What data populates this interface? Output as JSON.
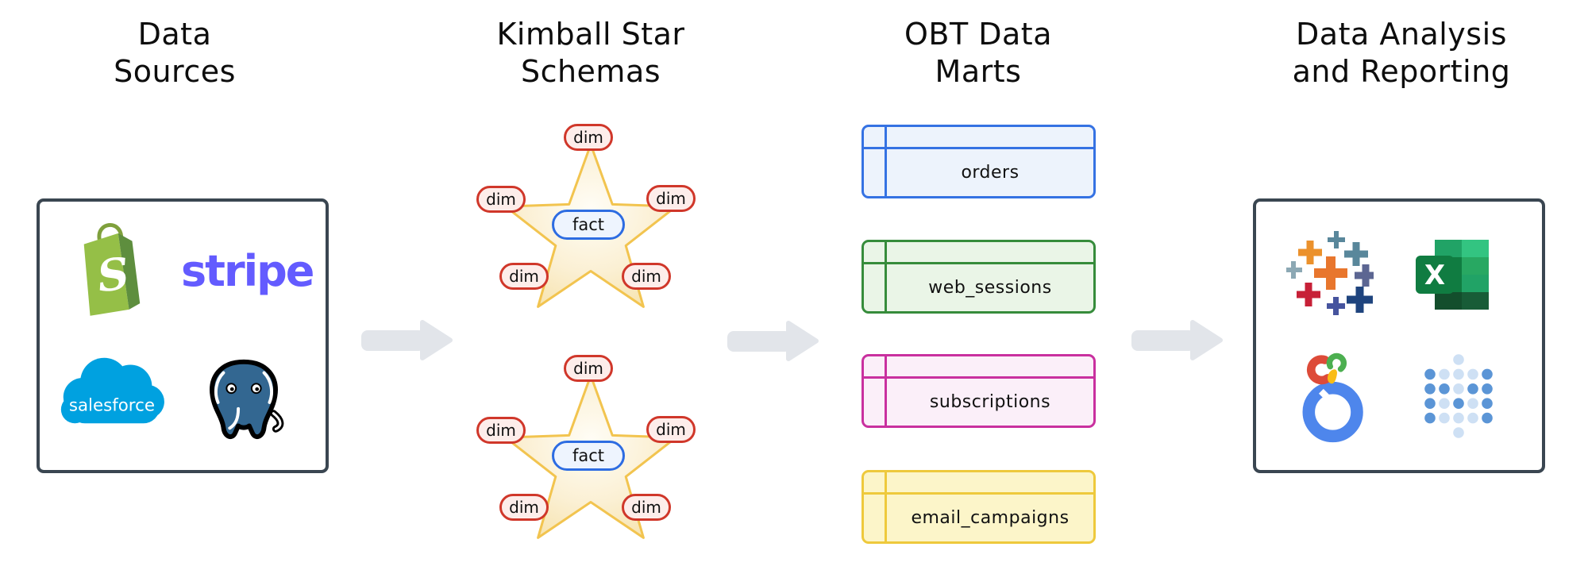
{
  "headers": {
    "sources": {
      "line1": "Data",
      "line2": "Sources"
    },
    "schemas": {
      "line1": "Kimball Star",
      "line2": "Schemas"
    },
    "marts": {
      "line1": "OBT Data",
      "line2": "Marts"
    },
    "analysis": {
      "line1": "Data Analysis",
      "line2": "and Reporting"
    }
  },
  "sources": {
    "logos": [
      {
        "name": "shopify-logo",
        "letter": "S"
      },
      {
        "name": "stripe-logo",
        "wordmark": "stripe"
      },
      {
        "name": "salesforce-logo",
        "wordmark": "salesforce"
      },
      {
        "name": "postgresql-logo"
      }
    ]
  },
  "stars": [
    {
      "fact": "fact",
      "dims": [
        "dim",
        "dim",
        "dim",
        "dim",
        "dim"
      ]
    },
    {
      "fact": "fact",
      "dims": [
        "dim",
        "dim",
        "dim",
        "dim",
        "dim"
      ]
    }
  ],
  "marts": {
    "tables": [
      {
        "name": "orders",
        "accent": "#3572E3"
      },
      {
        "name": "web_sessions",
        "accent": "#368C3B"
      },
      {
        "name": "subscriptions",
        "accent": "#C9309F"
      },
      {
        "name": "email_campaigns",
        "accent": "#EEC93C"
      }
    ]
  },
  "analysis": {
    "logos": [
      {
        "name": "tableau-logo"
      },
      {
        "name": "excel-logo",
        "letter": "X"
      },
      {
        "name": "looker-logo"
      },
      {
        "name": "metabase-logo"
      }
    ]
  },
  "arrows": {
    "count": 3,
    "color": "#E2E5EA"
  },
  "palette": {
    "box_border": "#3A4651",
    "star_border": "#F2C44F",
    "star_fill": "#FBF0D4",
    "dim_border": "#D0372A",
    "dim_fill": "#FDEDEA",
    "fact_border": "#2D6CE2",
    "fact_fill": "#EEF4FE"
  }
}
